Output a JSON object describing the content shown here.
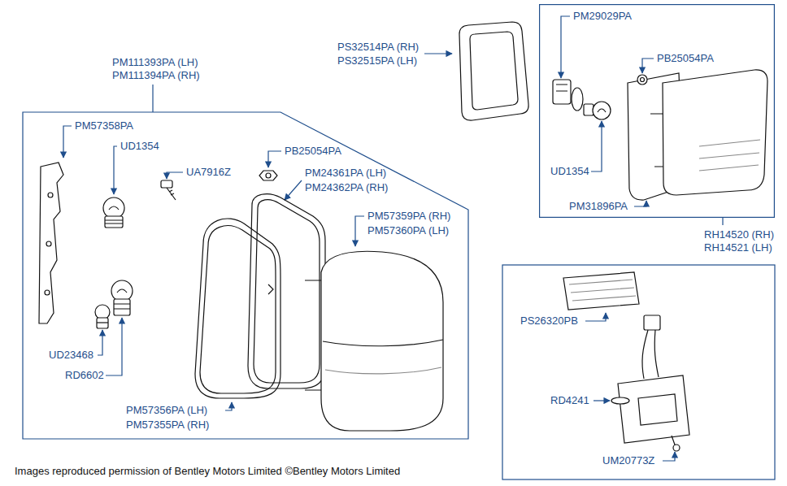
{
  "diagram": {
    "caption": "Images reproduced permission of Bentley Motors Limited ©Bentley Motors Limited",
    "nodes": [
      {
        "text": [
          "PM111393PA (LH)",
          "PM111394PA (RH)"
        ]
      },
      {
        "text": [
          "RH14520 (RH)",
          "RH14521 (LH)"
        ]
      }
    ],
    "labels": [
      "PS32514PA (RH)",
      "PS32515PA (LH)",
      "PM57358PA",
      "UD1354",
      "UA7916Z",
      "PB25054PA",
      "PM24361PA (LH)",
      "PM24362PA (RH)",
      "PM57359PA (RH)",
      "PM57360PA (LH)",
      "UD23468",
      "RD6602",
      "PM57356PA (LH)",
      "PM57355PA (RH)",
      "PM29029PA",
      "PB25054PA",
      "UD1354",
      "PM31896PA",
      "PS26320PB",
      "RD4241",
      "UM20773Z"
    ]
  }
}
